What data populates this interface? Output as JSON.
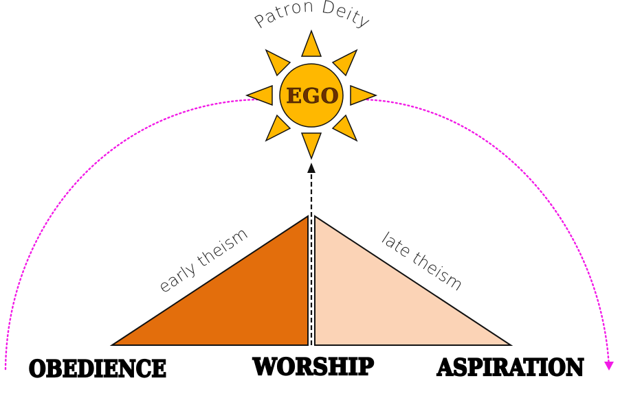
{
  "header": {
    "deity_label": "Patron Deity"
  },
  "sun": {
    "label": "EGO",
    "fill_color": "#FFB800",
    "stroke_color": "#111111"
  },
  "triangle": {
    "left_label": "early theism",
    "right_label": "late theism",
    "left_color": "#E36E0C",
    "right_color": "#FBD3B6"
  },
  "base": {
    "left_label": "OBEDIENCE",
    "center_label": "WORSHIP",
    "right_label": "ASPIRATION"
  },
  "arc": {
    "color": "#F21AE6"
  }
}
